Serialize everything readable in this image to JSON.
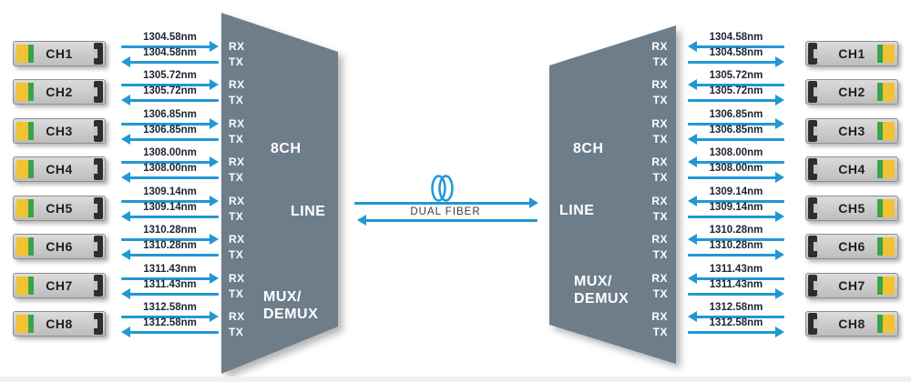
{
  "diagram": {
    "left_unit": {
      "channels_label": "8CH",
      "line_label": "LINE",
      "mux_line1": "MUX/",
      "mux_line2": "DEMUX"
    },
    "right_unit": {
      "channels_label": "8CH",
      "line_label": "LINE",
      "mux_line1": "MUX/",
      "mux_line2": "DEMUX"
    },
    "ports": {
      "rx": "RX",
      "tx": "TX"
    },
    "link": {
      "label": "DUAL FIBER",
      "top_arrow_direction": "right",
      "bottom_arrow_direction": "left",
      "icon": "fiber-coil-icon"
    },
    "channels": [
      {
        "label": "CH1",
        "wavelength": "1304.58nm",
        "left_arrows": {
          "top": "right",
          "bottom": "left"
        },
        "right_arrows": {
          "top": "left",
          "bottom": "right"
        }
      },
      {
        "label": "CH2",
        "wavelength": "1305.72nm",
        "left_arrows": {
          "top": "right",
          "bottom": "left"
        },
        "right_arrows": {
          "top": "left",
          "bottom": "right"
        }
      },
      {
        "label": "CH3",
        "wavelength": "1306.85nm",
        "left_arrows": {
          "top": "right",
          "bottom": "left"
        },
        "right_arrows": {
          "top": "right",
          "bottom": "left"
        }
      },
      {
        "label": "CH4",
        "wavelength": "1308.00nm",
        "left_arrows": {
          "top": "right",
          "bottom": "left"
        },
        "right_arrows": {
          "top": "left",
          "bottom": "right"
        }
      },
      {
        "label": "CH5",
        "wavelength": "1309.14nm",
        "left_arrows": {
          "top": "right",
          "bottom": "left"
        },
        "right_arrows": {
          "top": "left",
          "bottom": "right"
        }
      },
      {
        "label": "CH6",
        "wavelength": "1310.28nm",
        "left_arrows": {
          "top": "right",
          "bottom": "left"
        },
        "right_arrows": {
          "top": "left",
          "bottom": "right"
        }
      },
      {
        "label": "CH7",
        "wavelength": "1311.43nm",
        "left_arrows": {
          "top": "right",
          "bottom": "left"
        },
        "right_arrows": {
          "top": "left",
          "bottom": "right"
        }
      },
      {
        "label": "CH8",
        "wavelength": "1312.58nm",
        "left_arrows": {
          "top": "right",
          "bottom": "left"
        },
        "right_arrows": {
          "top": "left",
          "bottom": "right"
        }
      }
    ],
    "colors": {
      "arrow": "#2198d5",
      "unit_fill": "#6e7d8a",
      "module_yellow": "#f1c232",
      "module_green": "#3ba449",
      "module_body": "#c9c9c9",
      "module_bracket": "#2e2e2e",
      "wavelength_text": "#1c2531",
      "port_text": "#ffffff",
      "link_text": "#3b3b3b"
    }
  }
}
